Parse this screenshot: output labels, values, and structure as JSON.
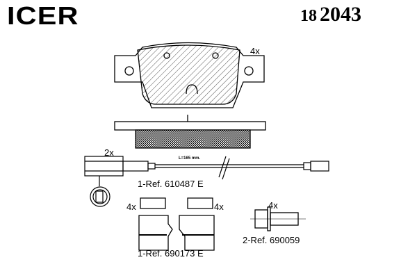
{
  "brand": "ICER",
  "part_number": {
    "prefix": "18",
    "main": "2043"
  },
  "labels": {
    "pad_qty": "4x",
    "sensor_qty": "2x",
    "cable_length": "L=165 mm.",
    "sensor_ref": "1-Ref. 610487 E",
    "clip_left_qty": "4x",
    "clip_right_qty": "4x",
    "clip_ref": "1-Ref. 690173 E",
    "bolt_qty": "4x",
    "bolt_ref": "2-Ref. 690059"
  }
}
